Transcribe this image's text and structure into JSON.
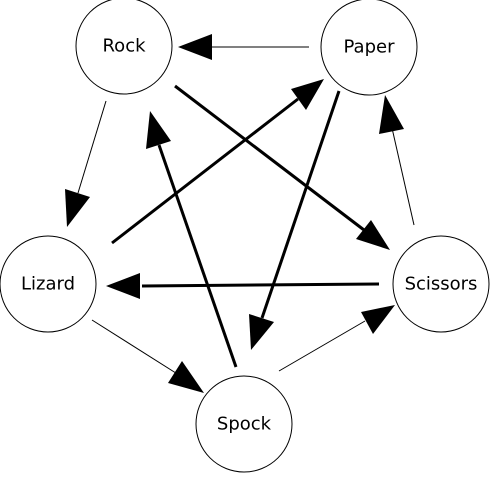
{
  "nodes": {
    "rock": "Rock",
    "paper": "Paper",
    "scissors": "Scissors",
    "lizard": "Lizard",
    "spock": "Spock"
  },
  "edges": [
    {
      "from": "Paper",
      "to": "Rock",
      "weight": "thin"
    },
    {
      "from": "Rock",
      "to": "Lizard",
      "weight": "thin"
    },
    {
      "from": "Rock",
      "to": "Scissors",
      "weight": "thick"
    },
    {
      "from": "Lizard",
      "to": "Paper",
      "weight": "thick"
    },
    {
      "from": "Paper",
      "to": "Spock",
      "weight": "thick"
    },
    {
      "from": "Scissors",
      "to": "Paper",
      "weight": "thin"
    },
    {
      "from": "Spock",
      "to": "Rock",
      "weight": "thick"
    },
    {
      "from": "Scissors",
      "to": "Lizard",
      "weight": "thick"
    },
    {
      "from": "Lizard",
      "to": "Spock",
      "weight": "thin"
    },
    {
      "from": "Spock",
      "to": "Scissors",
      "weight": "thin"
    }
  ],
  "colors": {
    "stroke": "#000000",
    "background": "#ffffff"
  }
}
